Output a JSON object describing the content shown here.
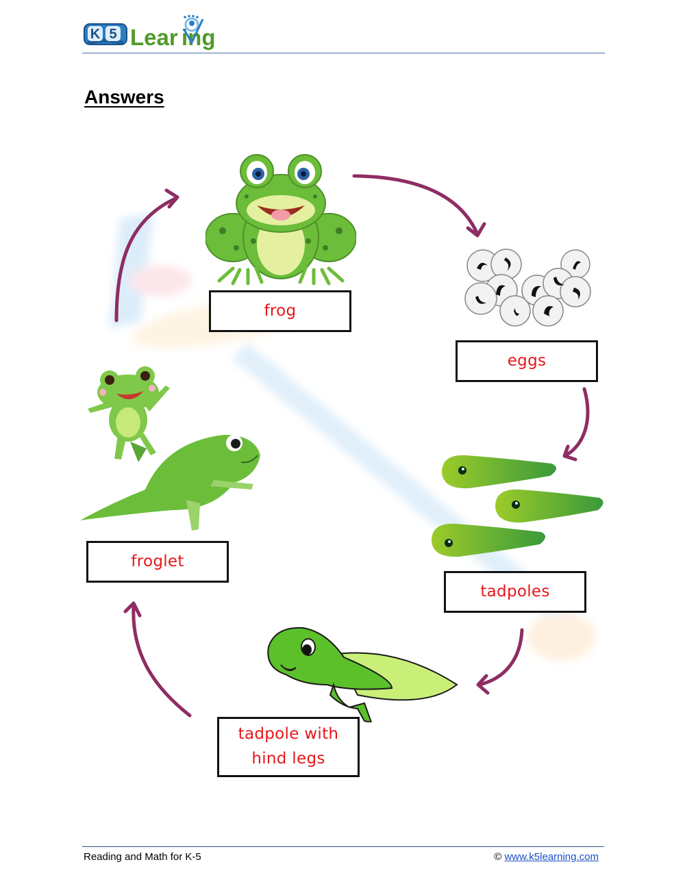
{
  "header": {
    "logo_text_k5": "K5",
    "logo_text_learning": "Learning"
  },
  "page": {
    "title": "Answers"
  },
  "diagram": {
    "type": "life-cycle",
    "subject": "frog life cycle",
    "stages": [
      {
        "id": "frog",
        "label": "frog",
        "icon": "adult-frog"
      },
      {
        "id": "eggs",
        "label": "eggs",
        "icon": "frog-eggs"
      },
      {
        "id": "tadpoles",
        "label": "tadpoles",
        "icon": "tadpoles"
      },
      {
        "id": "tadpole-legs",
        "label_line1": "tadpole with",
        "label_line2": "hind legs",
        "icon": "tadpole-with-legs"
      },
      {
        "id": "froglet",
        "label": "froglet",
        "icon": "froglet"
      }
    ],
    "flow": [
      "frog",
      "eggs",
      "tadpoles",
      "tadpole with hind legs",
      "froglet",
      "frog"
    ],
    "colors": {
      "arrow": "#8e2d63",
      "label_text": "#e8161a",
      "box_border": "#111111",
      "frog_green": "#6cbd3a",
      "frog_belly": "#e4f0a0"
    }
  },
  "footer": {
    "left_text": "Reading and Math for K-5",
    "copyright_symbol": "©",
    "link_text": "www.k5learning.com"
  }
}
